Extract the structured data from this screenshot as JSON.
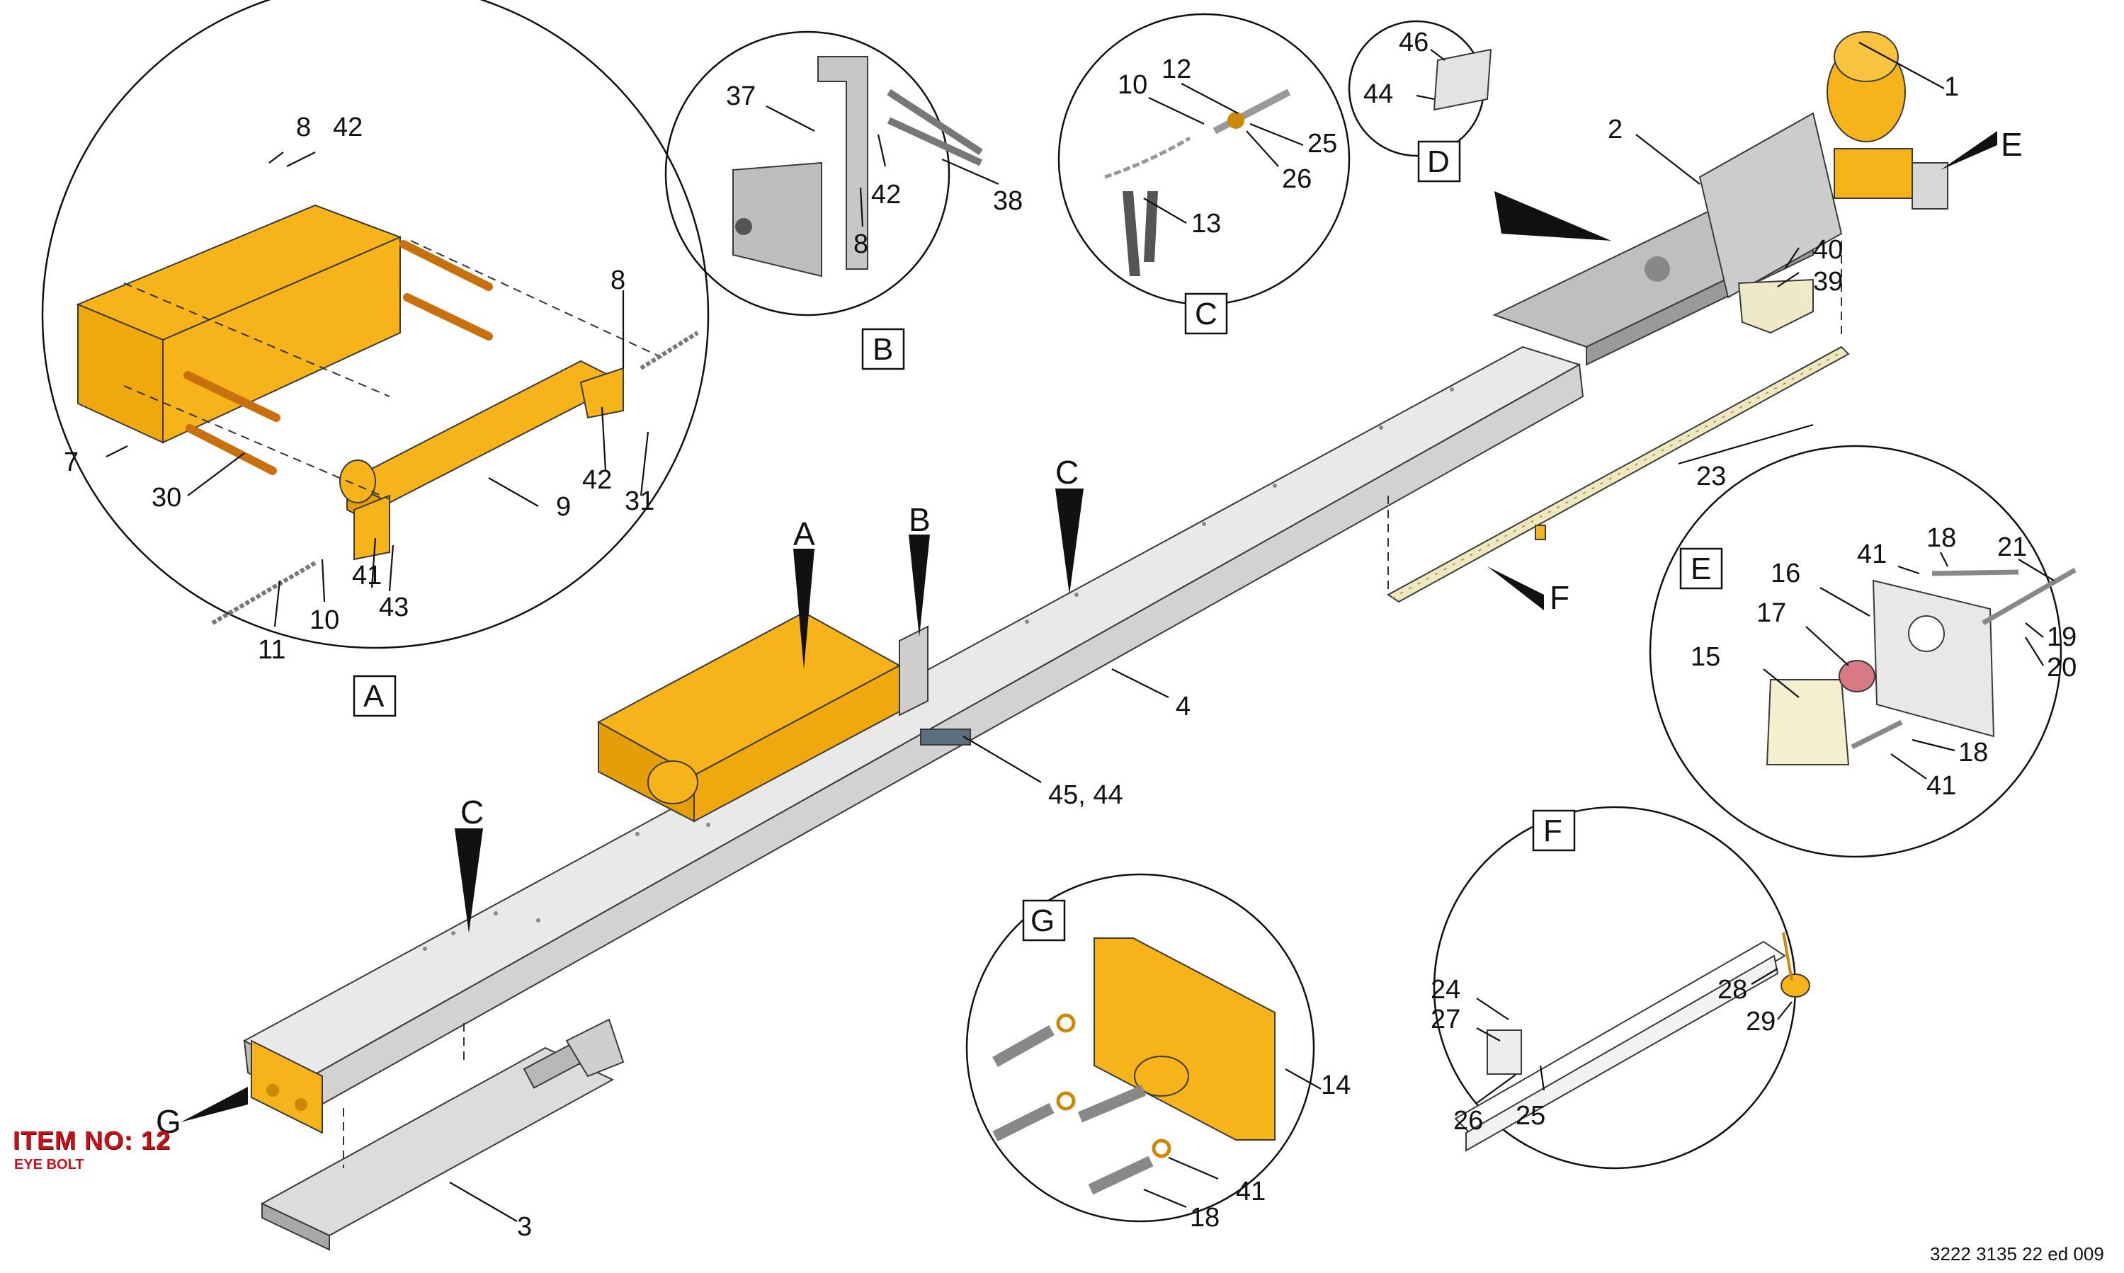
{
  "item_title": "ITEM NO: 12",
  "item_subtitle": "EYE BOLT",
  "doc_ref": "3222 3135 22 ed 009",
  "colors": {
    "yellow": "#f6b41a",
    "grey": "#c9c9c9",
    "light": "#e6e6e6",
    "pink": "#d87a86",
    "cream": "#f0ecc8",
    "red": "#c4121c"
  },
  "views": {
    "A": "A",
    "B": "B",
    "C": "C",
    "D": "D",
    "E": "E",
    "F": "F",
    "G": "G"
  },
  "arrows": {
    "A": "A",
    "B": "B",
    "C_top": "C",
    "C_bottom": "C",
    "D": "D",
    "E": "E",
    "F": "F",
    "G": "G"
  },
  "callouts": {
    "c1": "1",
    "c2": "2",
    "c3": "3",
    "c4": "4",
    "c23": "23",
    "c39": "39",
    "c40": "40",
    "c45_44": "45, 44",
    "a8_top": "8",
    "a42_top": "42",
    "a8_right": "8",
    "a7": "7",
    "a30": "30",
    "a9": "9",
    "a42_mid": "42",
    "a31": "31",
    "a41": "41",
    "a43": "43",
    "a10": "10",
    "a11": "11",
    "b37": "37",
    "b42": "42",
    "b38": "38",
    "b8": "8",
    "c_12": "12",
    "c_10": "10",
    "c_25": "25",
    "c_26": "26",
    "c_13": "13",
    "d46": "46",
    "d44": "44",
    "e41": "41",
    "e18_top": "18",
    "e21": "21",
    "e16": "16",
    "e17": "17",
    "e19": "19",
    "e20": "20",
    "e15": "15",
    "e18_bot": "18",
    "e41_bot": "41",
    "f24": "24",
    "f27": "27",
    "f26": "26",
    "f25": "25",
    "f28": "28",
    "f29": "29",
    "g14": "14",
    "g41": "41",
    "g18": "18"
  }
}
